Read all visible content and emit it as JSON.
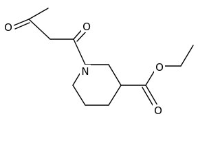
{
  "molecule": {
    "atoms": {
      "o_ketone": "O",
      "o_amide": "O",
      "n_ring": "N",
      "o_ester_carbonyl": "O",
      "o_ester_ether": "O"
    }
  }
}
